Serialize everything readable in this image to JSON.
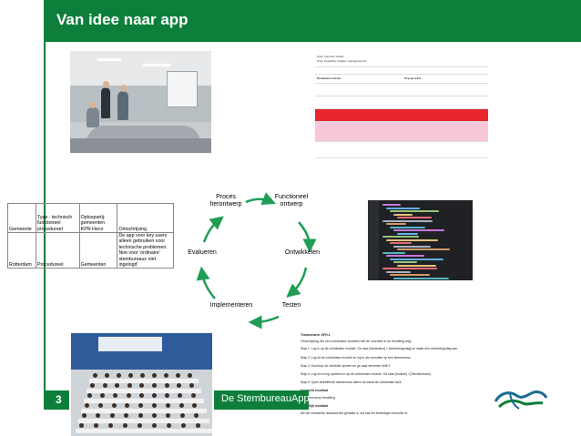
{
  "slide": {
    "title": "Van idee naar app",
    "page_number": "3",
    "footer_label": "De StembureauApp",
    "accent_color": "#0d7f3a"
  },
  "table": {
    "headers": [
      "Gemeente",
      "Type : technisch functioneel procedureel",
      "Oplospartij: gemeenten KPN Heco",
      "Omschrijving"
    ],
    "rows": [
      [
        "Rotterdam",
        "Procedureel",
        "Gemeenten",
        "De app voor key users alleen gebruiken voor technische problemen. Niet voor 'ordinaire' stembureaus niet ingelogd'"
      ]
    ]
  },
  "cycle": {
    "steps": [
      "Proces herontwerp",
      "Functioneel ontwerp",
      "Ontwikkelen",
      "Testen",
      "Implementeren",
      "Evalueren"
    ]
  },
  "test_document": {
    "lines": [
      "Testscenario: SFH-1",
      "Omschrijving: Als een coördinator wordt/wil met de voorzitter in de beoefting leeg.",
      "Stap 1: Log in op de coördinator module. Ga naar [stembalon] > [verkiezingsdag] en maak een verkiezingsdag aan.",
      "Stap 2: Log uit de coördinator module en log in als voorzitter op een stembureau.",
      "Stap 3: Doorloop de checklist openen en ga naar stemmen shift 1.",
      "Stap 4: Log uit en log opnieuw in op de coördinator module. Ga naar [module] > [Stembureaus]",
      "Stap 5: Open betreffende stembureau alleen na vanaf de coördinatie kant.",
      "Verwacht resultaat",
      "In is geen knop beoefting.",
      "Werkelijk resultaat",
      "Als het verwachte resultaat niet gehaald is, sut bas het beeindigen formulier in."
    ]
  },
  "status_document": {
    "lines": [
      "Knop 'stembus' sluiten",
      "Knop 'beoefting' drukken 'stempersonnel'",
      "Resultaat controle",
      "Pop-up tekst"
    ],
    "highlight_colors": [
      "#e8262e",
      "#f8c7d9"
    ]
  },
  "images": {
    "meeting_photo": "meeting-room-photo",
    "conference_photo": "conference-hall-photo",
    "code_screenshot": "code-editor-screenshot",
    "logo": "stembureau-logo"
  }
}
